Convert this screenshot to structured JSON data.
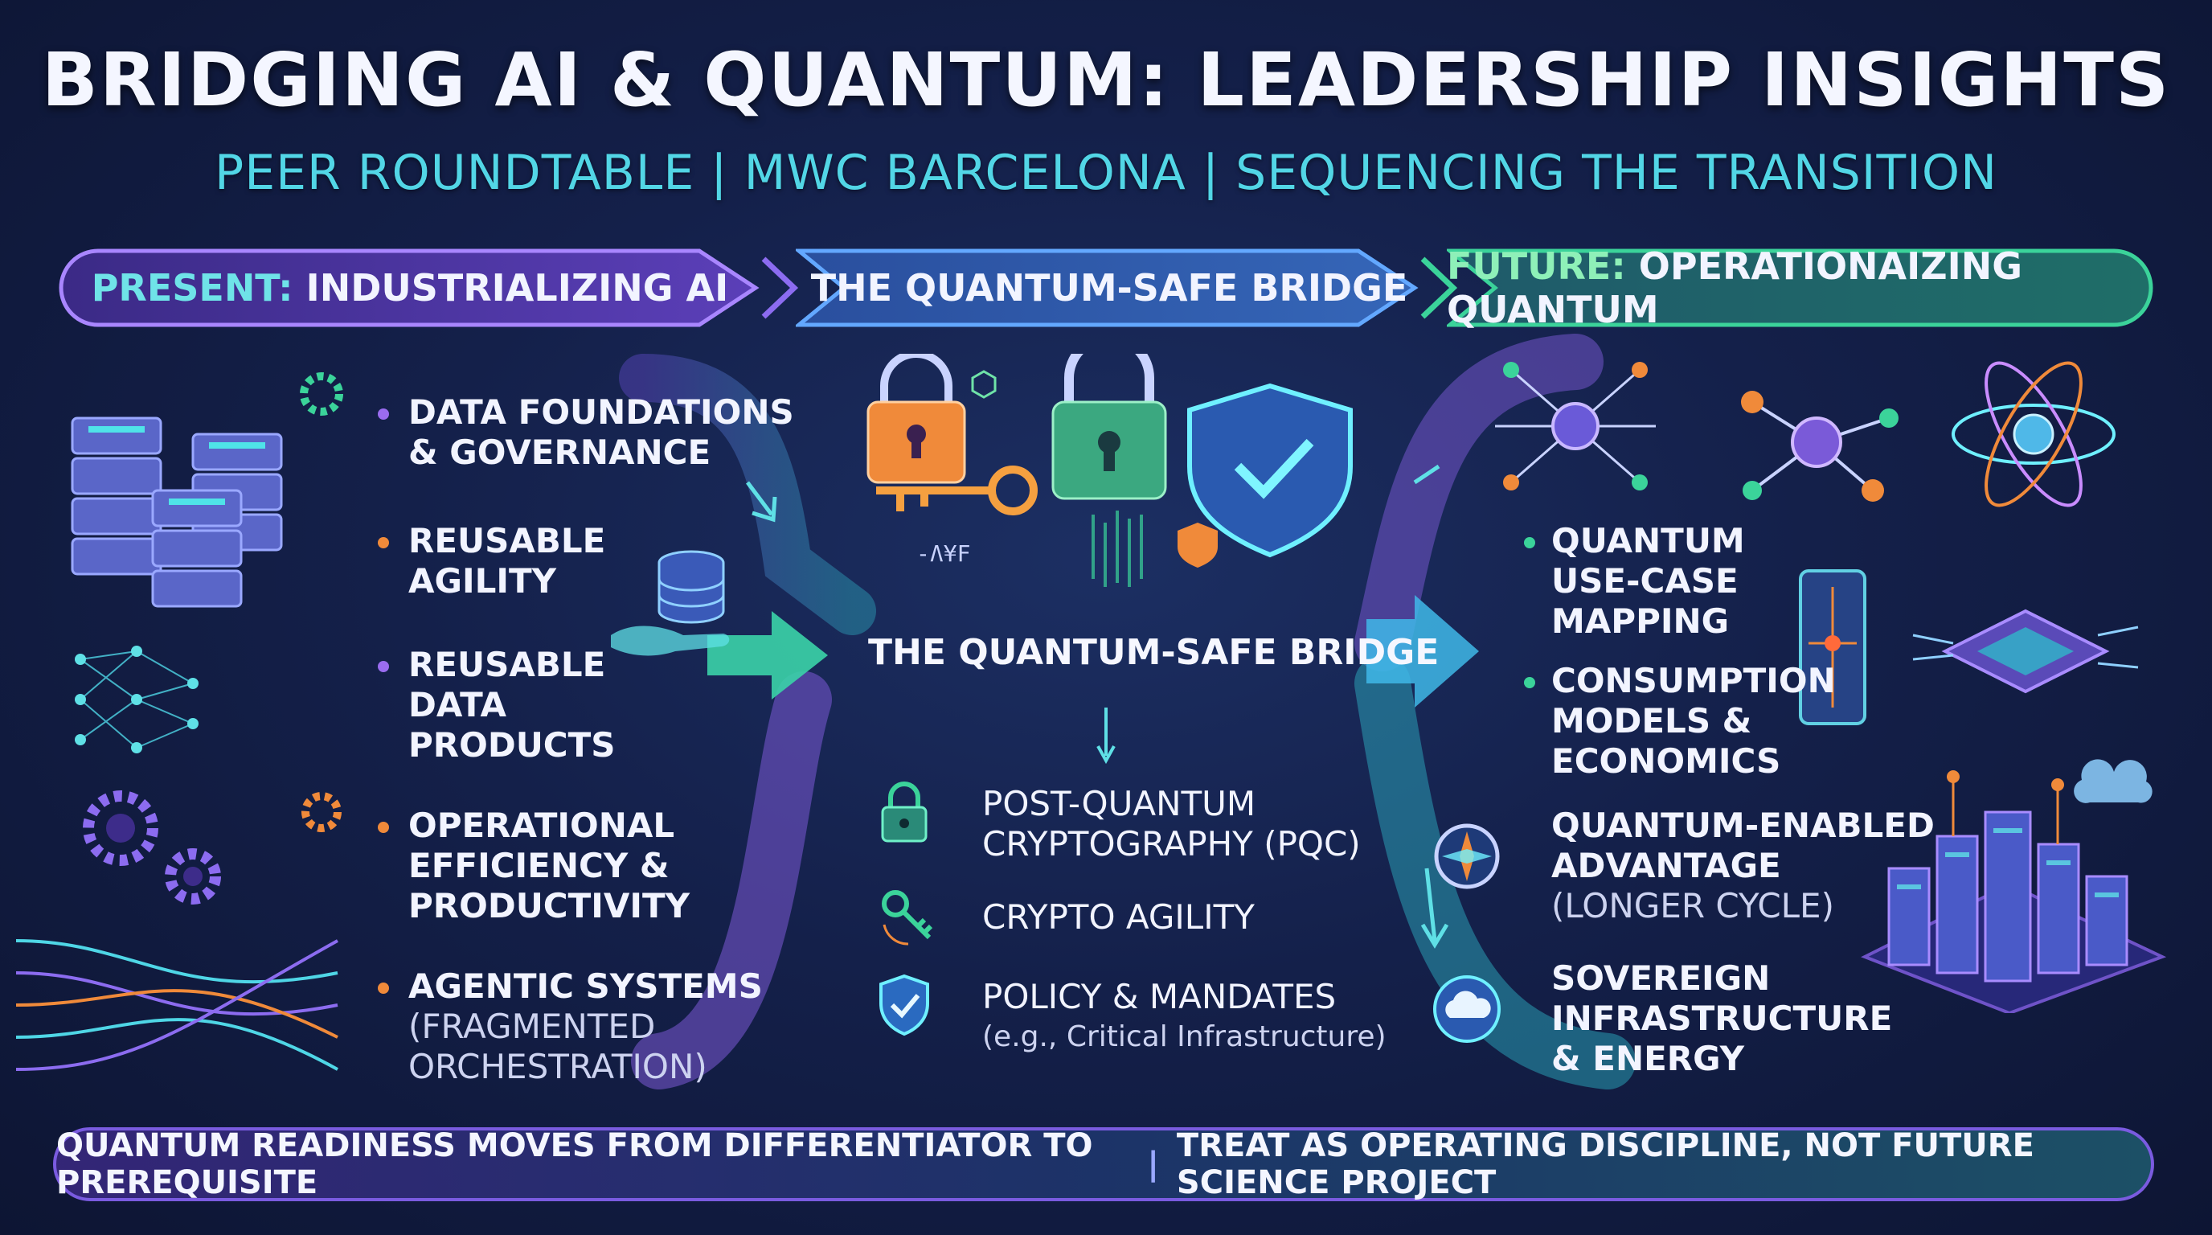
{
  "header": {
    "title": "BRIDGING AI & QUANTUM: LEADERSHIP INSIGHTS",
    "subtitle": "PEER ROUNDTABLE | MWC BARCELONA | SEQUENCING THE TRANSITION"
  },
  "phases": [
    {
      "keyword": "PRESENT:",
      "label": " INDUSTRIALIZING AI",
      "color": "#7b5ad6"
    },
    {
      "keyword": "",
      "label": "THE QUANTUM-SAFE BRIDGE",
      "color": "#3f7fd8"
    },
    {
      "keyword": "FUTURE:",
      "label": " OPERATIONAIZING QUANTUM",
      "color": "#3bd39a"
    }
  ],
  "present": {
    "items": [
      {
        "title": "DATA FOUNDATIONS\n& GOVERNANCE",
        "sub": "",
        "bullet_color": "#9a6cf0"
      },
      {
        "title": "REUSABLE\nAGILITY",
        "sub": "",
        "bullet_color": "#f08a3a"
      },
      {
        "title": "REUSABLE\nDATA\nPRODUCTS",
        "sub": "",
        "bullet_color": "#9a6cf0"
      },
      {
        "title": "OPERATIONAL\nEFFICIENCY &\nPRODUCTIVITY",
        "sub": "",
        "bullet_color": "#f08a3a"
      },
      {
        "title": "AGENTIC SYSTEMS",
        "sub": "(FRAGMENTED\nORCHESTRATION)",
        "bullet_color": "#f08a3a"
      }
    ]
  },
  "bridge": {
    "label": "THE QUANTUM-SAFE BRIDGE",
    "glyph_text": "-Ʌ¥F",
    "items": [
      {
        "title": "POST-QUANTUM\nCRYPTOGRAPHY (PQC)",
        "sub": "",
        "icon": "padlock-icon"
      },
      {
        "title": "CRYPTO AGILITY",
        "sub": "",
        "icon": "key-icon"
      },
      {
        "title": "POLICY & MANDATES",
        "sub": "(e.g., Critical Infrastructure)",
        "icon": "shield-check-icon"
      }
    ]
  },
  "future": {
    "items": [
      {
        "title": "QUANTUM\nUSE-CASE\nMAPPING",
        "sub": "",
        "bullet_color": "#3bd39a"
      },
      {
        "title": "CONSUMPTION\nMODELS &\nECONOMICS",
        "sub": "",
        "bullet_color": "#3bd39a"
      },
      {
        "title": "QUANTUM-ENABLED\nADVANTAGE",
        "sub": "(LONGER CYCLE)",
        "icon": "compass-icon"
      },
      {
        "title": "SOVEREIGN\nINFRASTRUCTURE\n& ENERGY",
        "sub": "",
        "icon": "cloud-icon"
      }
    ]
  },
  "footer": {
    "left": "QUANTUM READINESS MOVES FROM DIFFERENTIATOR TO PREREQUISITE",
    "separator": "|",
    "right": "TREAT AS OPERATING DISCIPLINE, NOT FUTURE SCIENCE PROJECT"
  },
  "colors": {
    "accent_cyan": "#52d6e6",
    "accent_purple": "#7b5ad6",
    "accent_green": "#3bd39a",
    "accent_orange": "#f08a3a",
    "background": "#14204a"
  }
}
